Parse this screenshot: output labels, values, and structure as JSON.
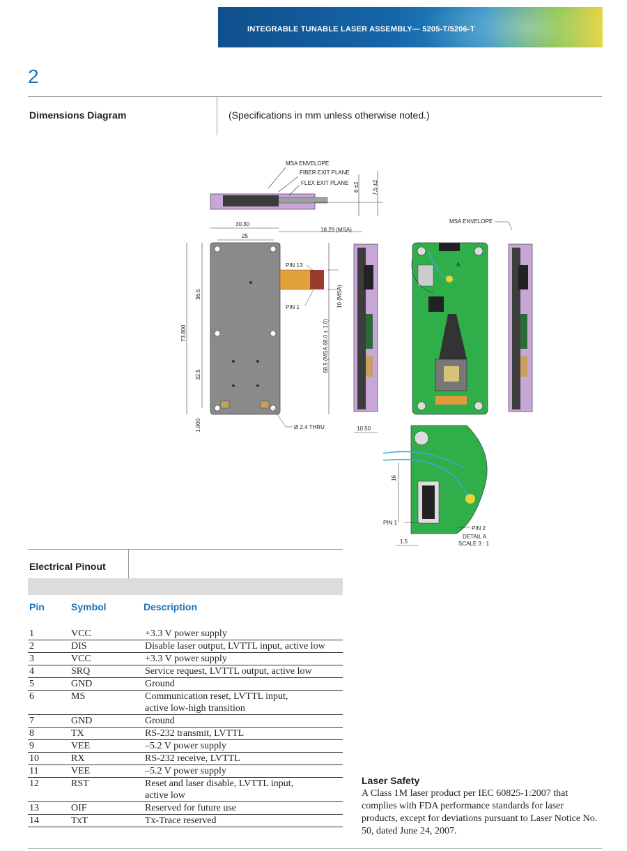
{
  "header": {
    "banner_text": "INTEGRABLE TUNABLE LASER ASSEMBLY— 5205-T/5206-T",
    "page_number": "2"
  },
  "dimensions": {
    "title": "Dimensions Diagram",
    "note": "(Specifications in mm unless otherwise noted.)",
    "labels": {
      "msa_envelope": "MSA ENVELOPE",
      "fiber_exit_plane": "FIBER EXIT PLANE",
      "flex_exit_plane": "FLEX EXIT PLANE",
      "dim_6": "6 ±2",
      "dim_7_5": "7.5 ±2",
      "dim_30_30": "30.30",
      "dim_25": "25",
      "dim_18_29": "18.29 (MSA)",
      "msa_envelope_right": "MSA ENVELOPE",
      "pin13": "PIN 13",
      "pin1": "PIN 1",
      "dim_10": "10 (MSA)",
      "dim_36_5": "36.5",
      "dim_73_8": "73.800",
      "dim_68_5": "68.5  (MSA 68.0 ± 1.0)",
      "dim_32_5": "32.5",
      "hole": "Ø 2.4 THRU",
      "dim_1_9": "1.900",
      "dim_10_5": "10.50",
      "detail_letter": "A",
      "dim_16": "16",
      "detail_pin1": "PIN 1",
      "detail_pin2": "PIN 2",
      "detail_a": "DETAIL A",
      "scale": "SCALE 3 : 1",
      "dim_1_5": "1.5"
    }
  },
  "pinout": {
    "title": "Electrical Pinout",
    "headers": {
      "pin": "Pin",
      "symbol": "Symbol",
      "description": "Description"
    },
    "rows": [
      {
        "pin": "1",
        "symbol": "VCC",
        "desc": "+3.3 V power supply"
      },
      {
        "pin": "2",
        "symbol": "DIS",
        "desc": "Disable laser output, LVTTL input, active low"
      },
      {
        "pin": "3",
        "symbol": "VCC",
        "desc": "+3.3 V power supply"
      },
      {
        "pin": "4",
        "symbol": "SRQ",
        "desc": "Service request, LVTTL output, active low"
      },
      {
        "pin": "5",
        "symbol": "GND",
        "desc": "Ground"
      },
      {
        "pin": "6",
        "symbol": "MS",
        "desc": "Communication reset, LVTTL input,",
        "desc2": "active low-high transition"
      },
      {
        "pin": "7",
        "symbol": "GND",
        "desc": "Ground"
      },
      {
        "pin": "8",
        "symbol": "TX",
        "desc": "RS-232 transmit, LVTTL"
      },
      {
        "pin": "9",
        "symbol": "VEE",
        "desc": "–5.2 V power supply"
      },
      {
        "pin": "10",
        "symbol": "RX",
        "desc": "RS-232 receive, LVTTL"
      },
      {
        "pin": "11",
        "symbol": "VEE",
        "desc": "–5.2 V power supply"
      },
      {
        "pin": "12",
        "symbol": "RST",
        "desc": "Reset and laser disable, LVTTL input,",
        "desc2": "active low"
      },
      {
        "pin": "13",
        "symbol": "OIF",
        "desc": "Reserved for future use"
      },
      {
        "pin": "14",
        "symbol": "TxT",
        "desc": "Tx-Trace reserved"
      }
    ]
  },
  "safety": {
    "title": "Laser Safety",
    "body": "A Class 1M laser product per IEC 60825-1:2007 that complies with FDA performance standards for laser products, except for deviations pursuant to Laser Notice No. 50, dated June 24, 2007."
  },
  "colors": {
    "accent_blue": "#1a6fb5",
    "banner_blue": "#0f4f8c",
    "pcb_green": "#2fae4a"
  }
}
